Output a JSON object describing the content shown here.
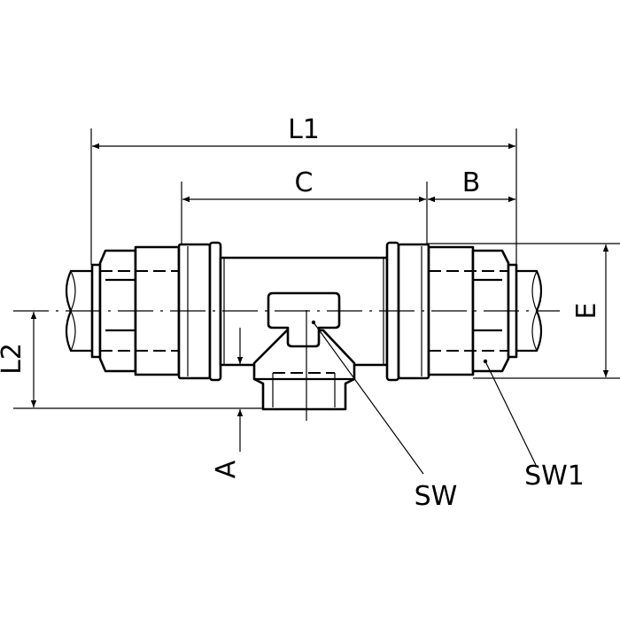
{
  "diagram": {
    "type": "technical drawing - push-in tee fitting with female branch",
    "labels": {
      "l1": "L1",
      "c": "C",
      "b": "B",
      "e": "E",
      "l2": "L2",
      "a": "A",
      "sw": "SW",
      "sw1": "SW1"
    },
    "line_color": "#000000",
    "background": "#ffffff"
  }
}
